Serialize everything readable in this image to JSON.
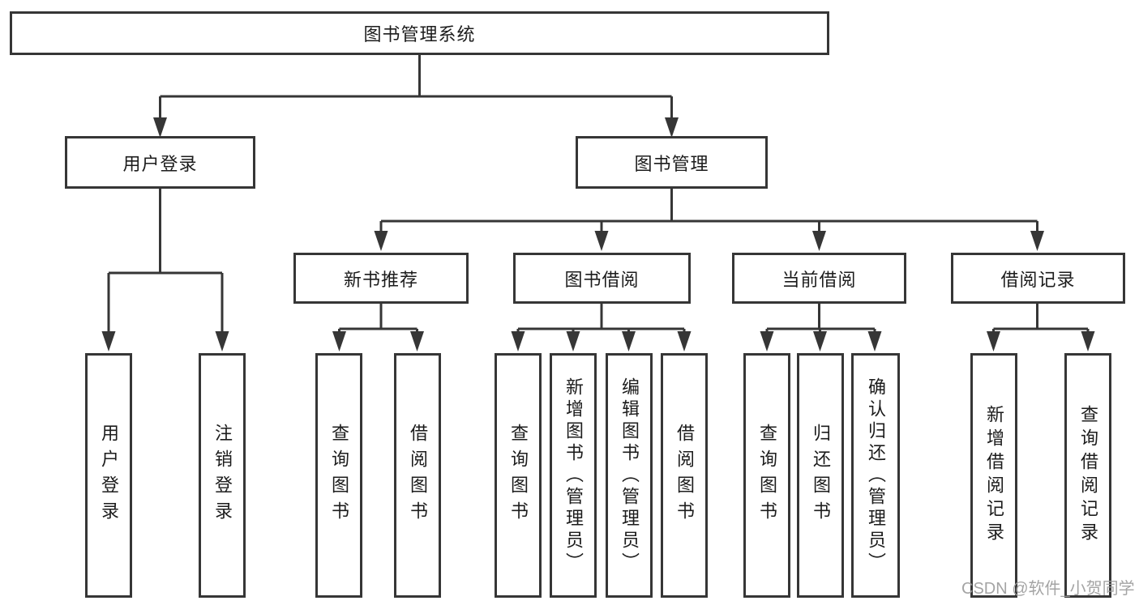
{
  "diagram": {
    "root": {
      "label": "图书管理系统"
    },
    "level2": [
      {
        "label": "用户登录"
      },
      {
        "label": "图书管理"
      }
    ],
    "level3": [
      {
        "label": "新书推荐"
      },
      {
        "label": "图书借阅"
      },
      {
        "label": "当前借阅"
      },
      {
        "label": "借阅记录"
      }
    ],
    "level4": {
      "user_login": [
        "用户登录",
        "注销登录"
      ],
      "new_books": [
        "查询图书",
        "借阅图书"
      ],
      "book_borrow": [
        "查询图书",
        "新增图书（管理员）",
        "编辑图书（管理员）",
        "借阅图书"
      ],
      "current_borrow": [
        "查询图书",
        "归还图书",
        "确认归还（管理员）"
      ],
      "borrow_records": [
        "新增借阅记录",
        "查询借阅记录"
      ]
    },
    "line_color": "#363636",
    "background_color": "#ffffff"
  },
  "watermark": {
    "text": "CSDN @软件_小贺同学"
  }
}
